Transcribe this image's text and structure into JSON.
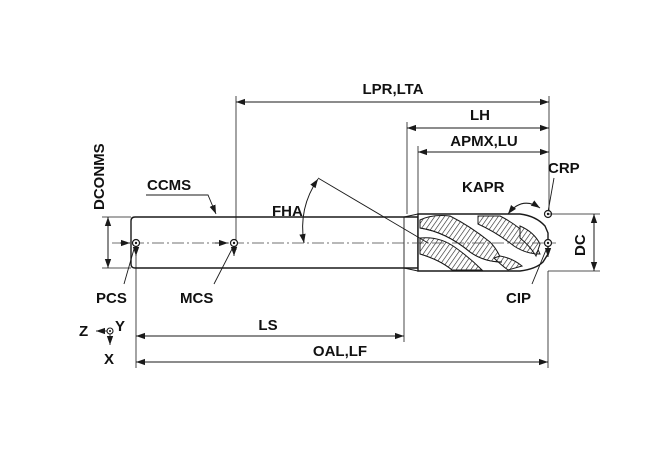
{
  "diagram": {
    "labels": {
      "lpr_lta": "LPR,LTA",
      "lh": "LH",
      "apmx_lu": "APMX,LU",
      "crp": "CRP",
      "kapr": "KAPR",
      "dconms": "DCONMS",
      "ccms": "CCMS",
      "fha": "FHA",
      "dc": "DC",
      "pcs": "PCS",
      "mcs": "MCS",
      "cip": "CIP",
      "ls": "LS",
      "oal_lf": "OAL,LF"
    },
    "axes": {
      "z": "Z",
      "y": "Y",
      "x": "X"
    }
  }
}
